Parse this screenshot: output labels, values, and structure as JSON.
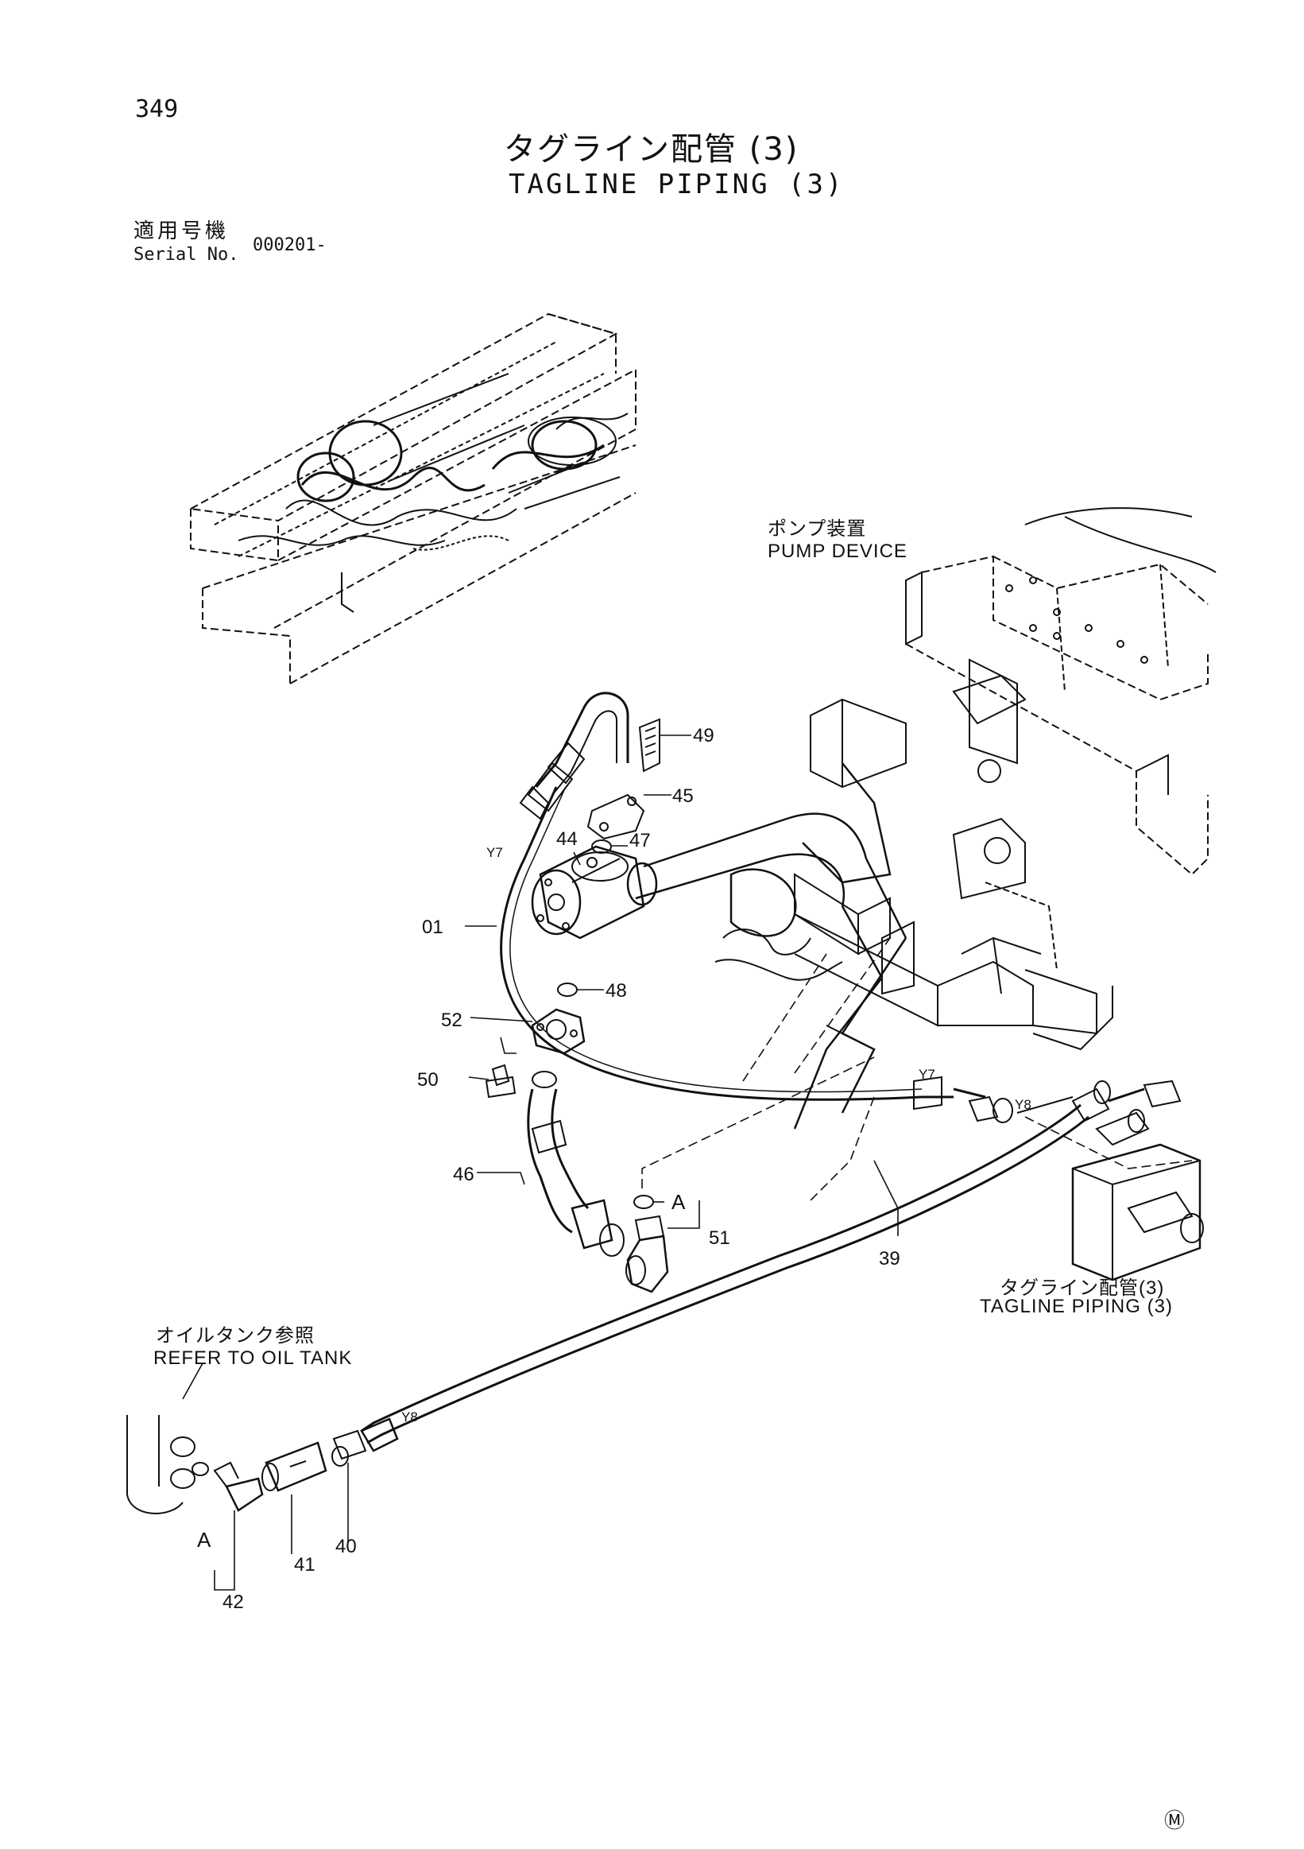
{
  "page_number": "349",
  "title_jp": "タグライン配管 (3)",
  "title_en": "TAGLINE PIPING (3)",
  "serial": {
    "label_jp": "適用号機",
    "label_en": "Serial No.",
    "value": "000201-"
  },
  "callouts": {
    "pump_jp": "ポンプ装置",
    "pump_en": "PUMP DEVICE",
    "tagline_jp": "タグライン配管(3)",
    "tagline_en": "TAGLINE PIPING (3)",
    "oil_jp": "オイルタンク参照",
    "oil_en": "REFER TO OIL TANK"
  },
  "part_numbers": [
    "49",
    "45",
    "47",
    "44",
    "01",
    "48",
    "52",
    "50",
    "46",
    "51",
    "39",
    "42",
    "41",
    "40"
  ],
  "view_marks": {
    "a_upper": "A",
    "a_lower": "A"
  },
  "pipe_codes": {
    "y7_left": "Y7",
    "y7_mid": "Y7",
    "y8_right": "Y8",
    "y8_lower": "Y8"
  },
  "corner_mark": "Ⓜ"
}
